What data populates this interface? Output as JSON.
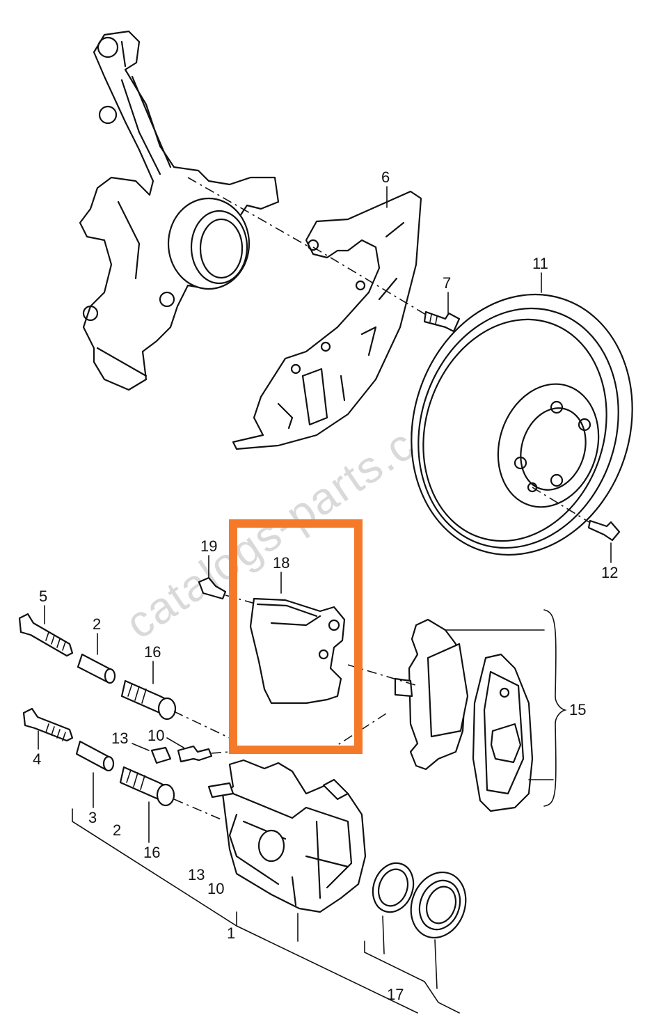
{
  "watermark": "catalogs-parts.com",
  "highlight_color": "#f47a2a",
  "labels": {
    "l1": "1",
    "l2a": "2",
    "l2b": "2",
    "l3": "3",
    "l4": "4",
    "l5": "5",
    "l6": "6",
    "l7": "7",
    "l10a": "10",
    "l10b": "10",
    "l11": "11",
    "l12": "12",
    "l13a": "13",
    "l13b": "13",
    "l15": "15",
    "l16a": "16",
    "l16b": "16",
    "l17": "17",
    "l18": "18",
    "l19": "19"
  },
  "highlighted_part": "18"
}
